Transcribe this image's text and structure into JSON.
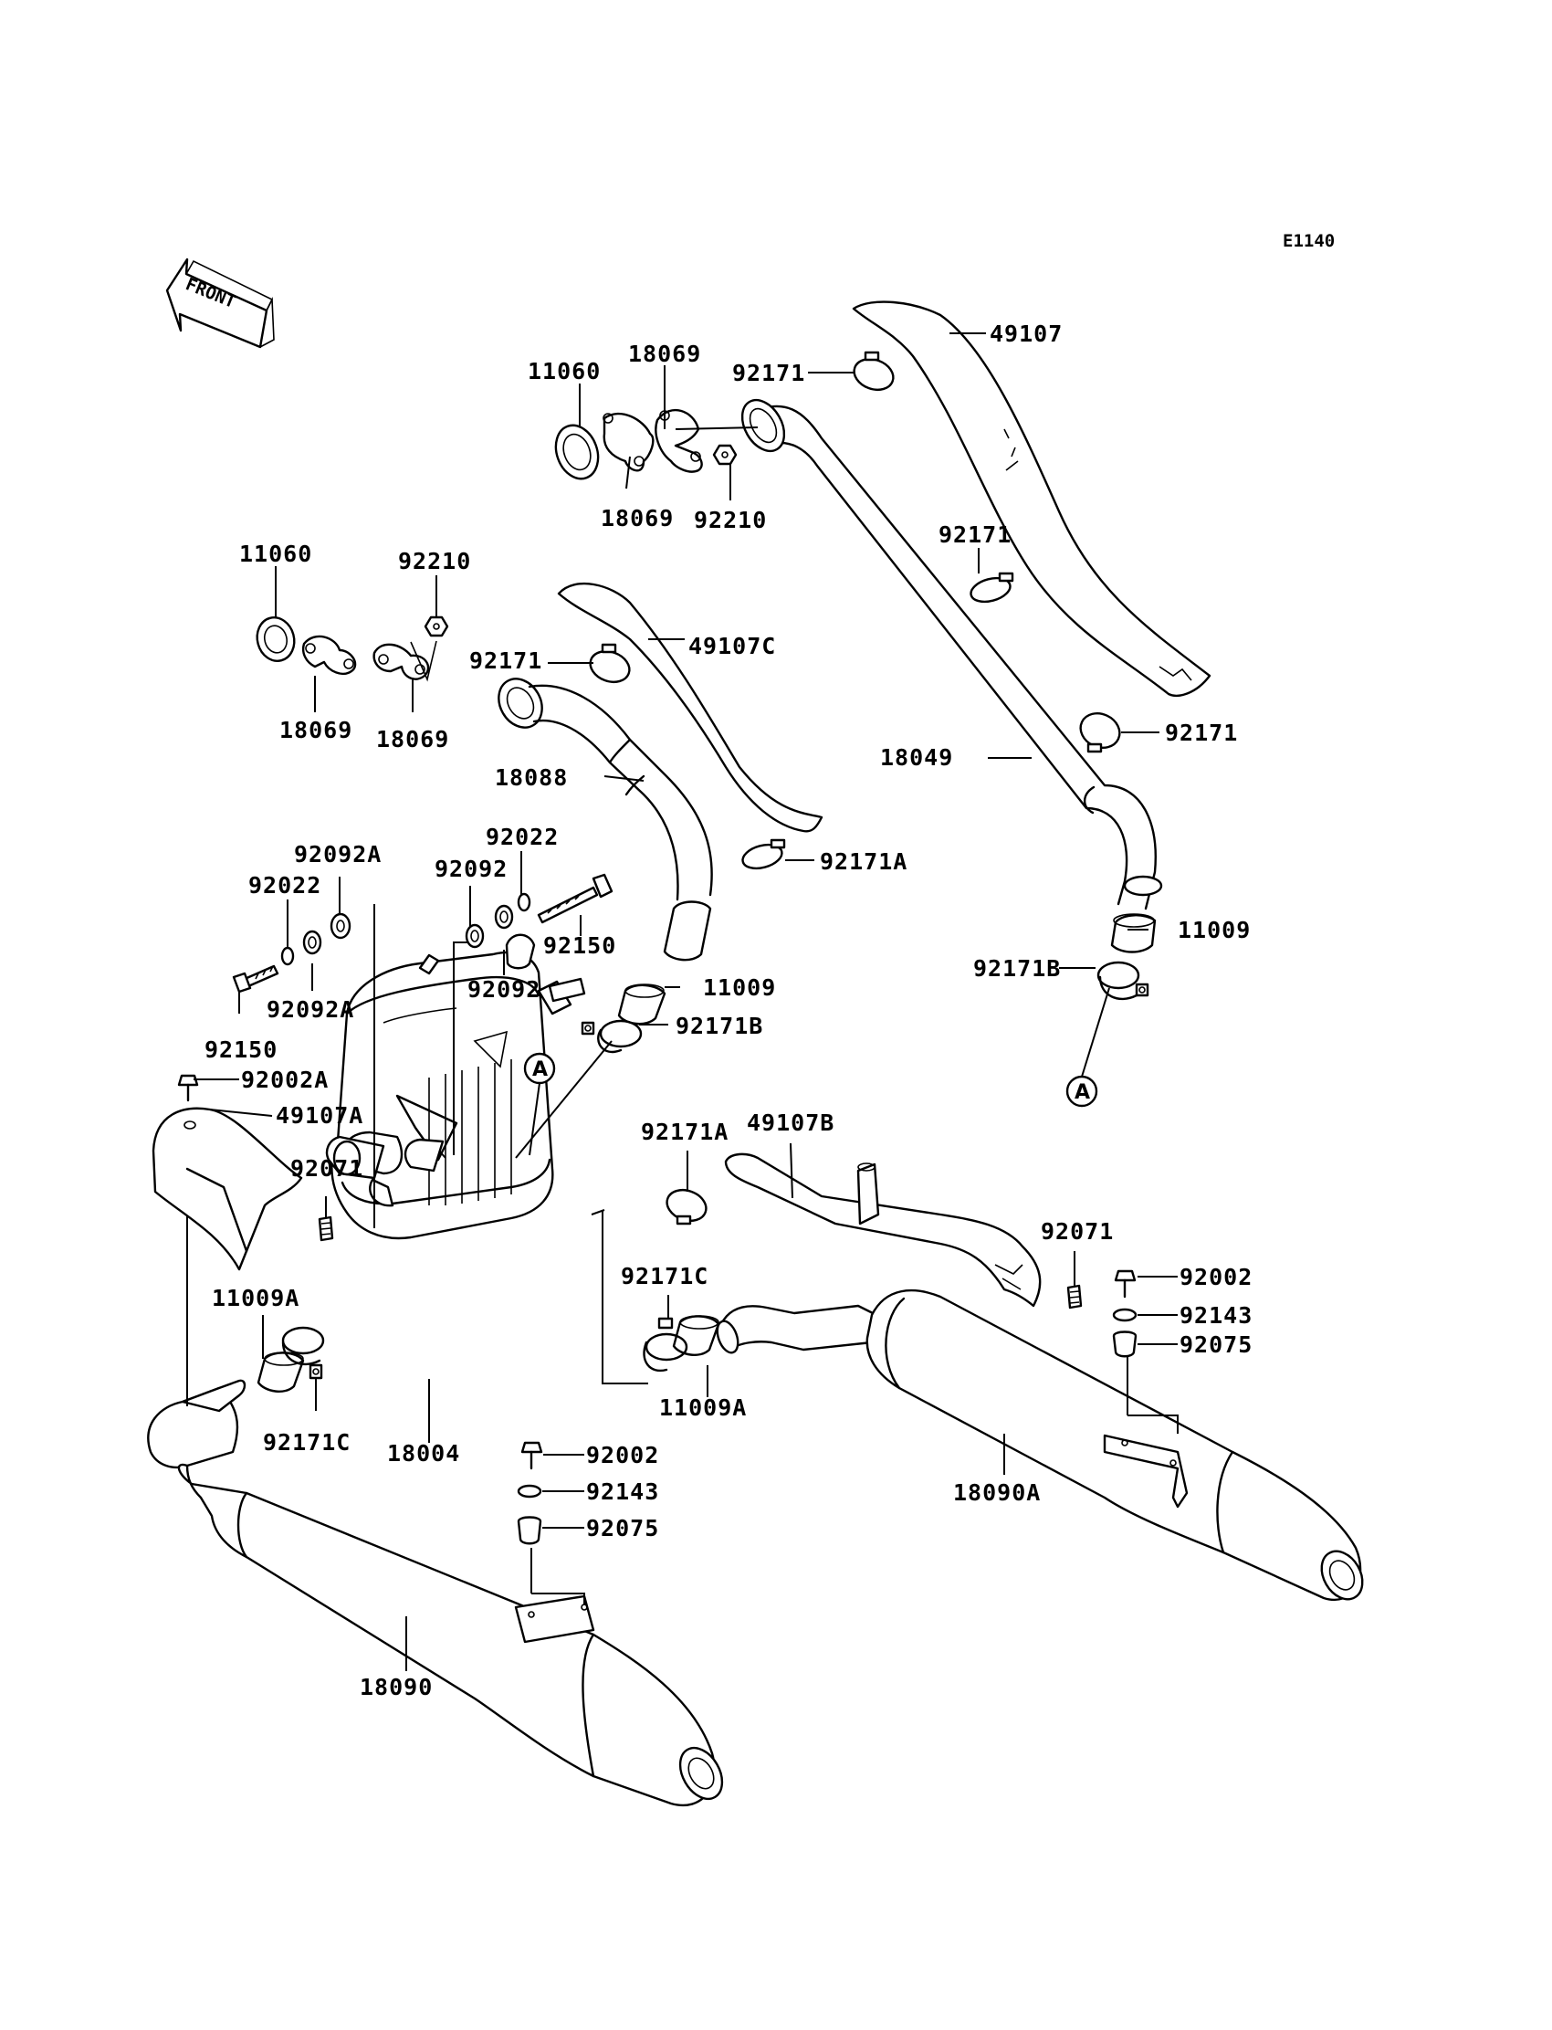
{
  "diagram_code": "E1140",
  "front_label": "FRONT",
  "reference_marker": "A",
  "callouts": {
    "c49107": "49107",
    "c11060_top": "11060",
    "c18069_top": "18069",
    "c92171_top": "92171",
    "c18069_top2": "18069",
    "c92210_top": "92210",
    "c92171_mid": "92171",
    "c11060_left": "11060",
    "c92210_left": "92210",
    "c92171_left": "92171",
    "c49107C": "49107C",
    "c18069_left1": "18069",
    "c18069_left2": "18069",
    "c92171_right": "92171",
    "c18049": "18049",
    "c18088": "18088",
    "c92022_mid": "92022",
    "c92092A_top": "92092A",
    "c92092_mid": "92092",
    "c92022_left": "92022",
    "c92171A_mid": "92171A",
    "c11009_right": "11009",
    "c92150_mid": "92150",
    "c92171B_right": "92171B",
    "c92092A_bot": "92092A",
    "c92092_bot": "92092",
    "c11009_mid": "11009",
    "c92150_left": "92150",
    "c92171B_mid": "92171B",
    "c92002A": "92002A",
    "c49107A": "49107A",
    "c92171A_low": "92171A",
    "c49107B": "49107B",
    "c92071_left": "92071",
    "c92071_right": "92071",
    "c92002_right": "92002",
    "c92171C_mid": "92171C",
    "c11009A_left": "11009A",
    "c92143_right": "92143",
    "c92075_right": "92075",
    "c11009A_mid": "11009A",
    "c92002_mid": "92002",
    "c92171C_left": "92171C",
    "c18004": "18004",
    "c92143_mid": "92143",
    "c18090A": "18090A",
    "c92075_mid": "92075",
    "c18090": "18090"
  }
}
